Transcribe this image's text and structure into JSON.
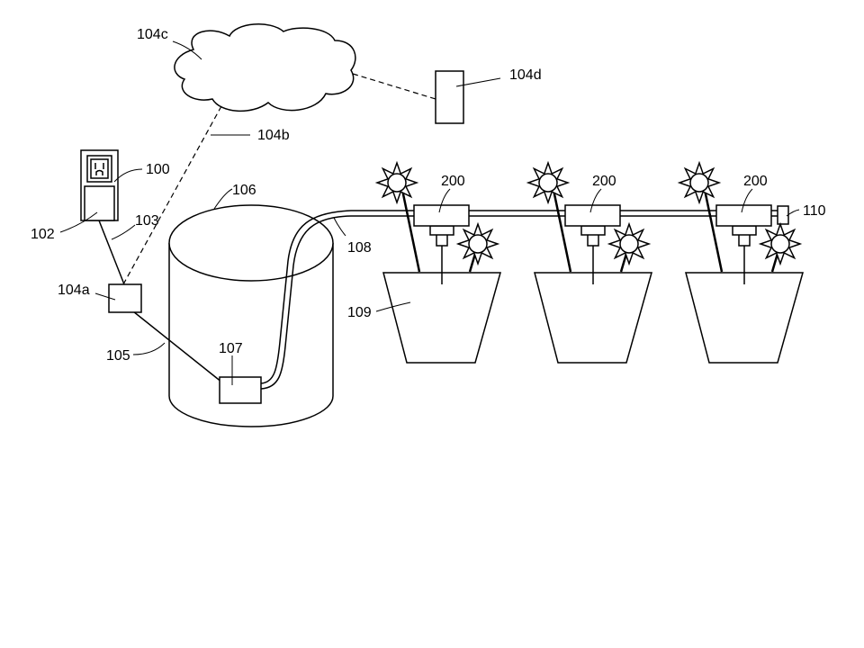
{
  "labels": {
    "outlet": "100",
    "plug": "102",
    "cord": "103",
    "controller": "104a",
    "wireless_link": "104b",
    "cloud": "104c",
    "remote_device": "104d",
    "line_to_pump": "105",
    "reservoir": "106",
    "pump": "107",
    "supply_tube": "108",
    "pot": "109",
    "end_cap": "110",
    "emitter_1": "200",
    "emitter_2": "200",
    "emitter_3": "200"
  }
}
